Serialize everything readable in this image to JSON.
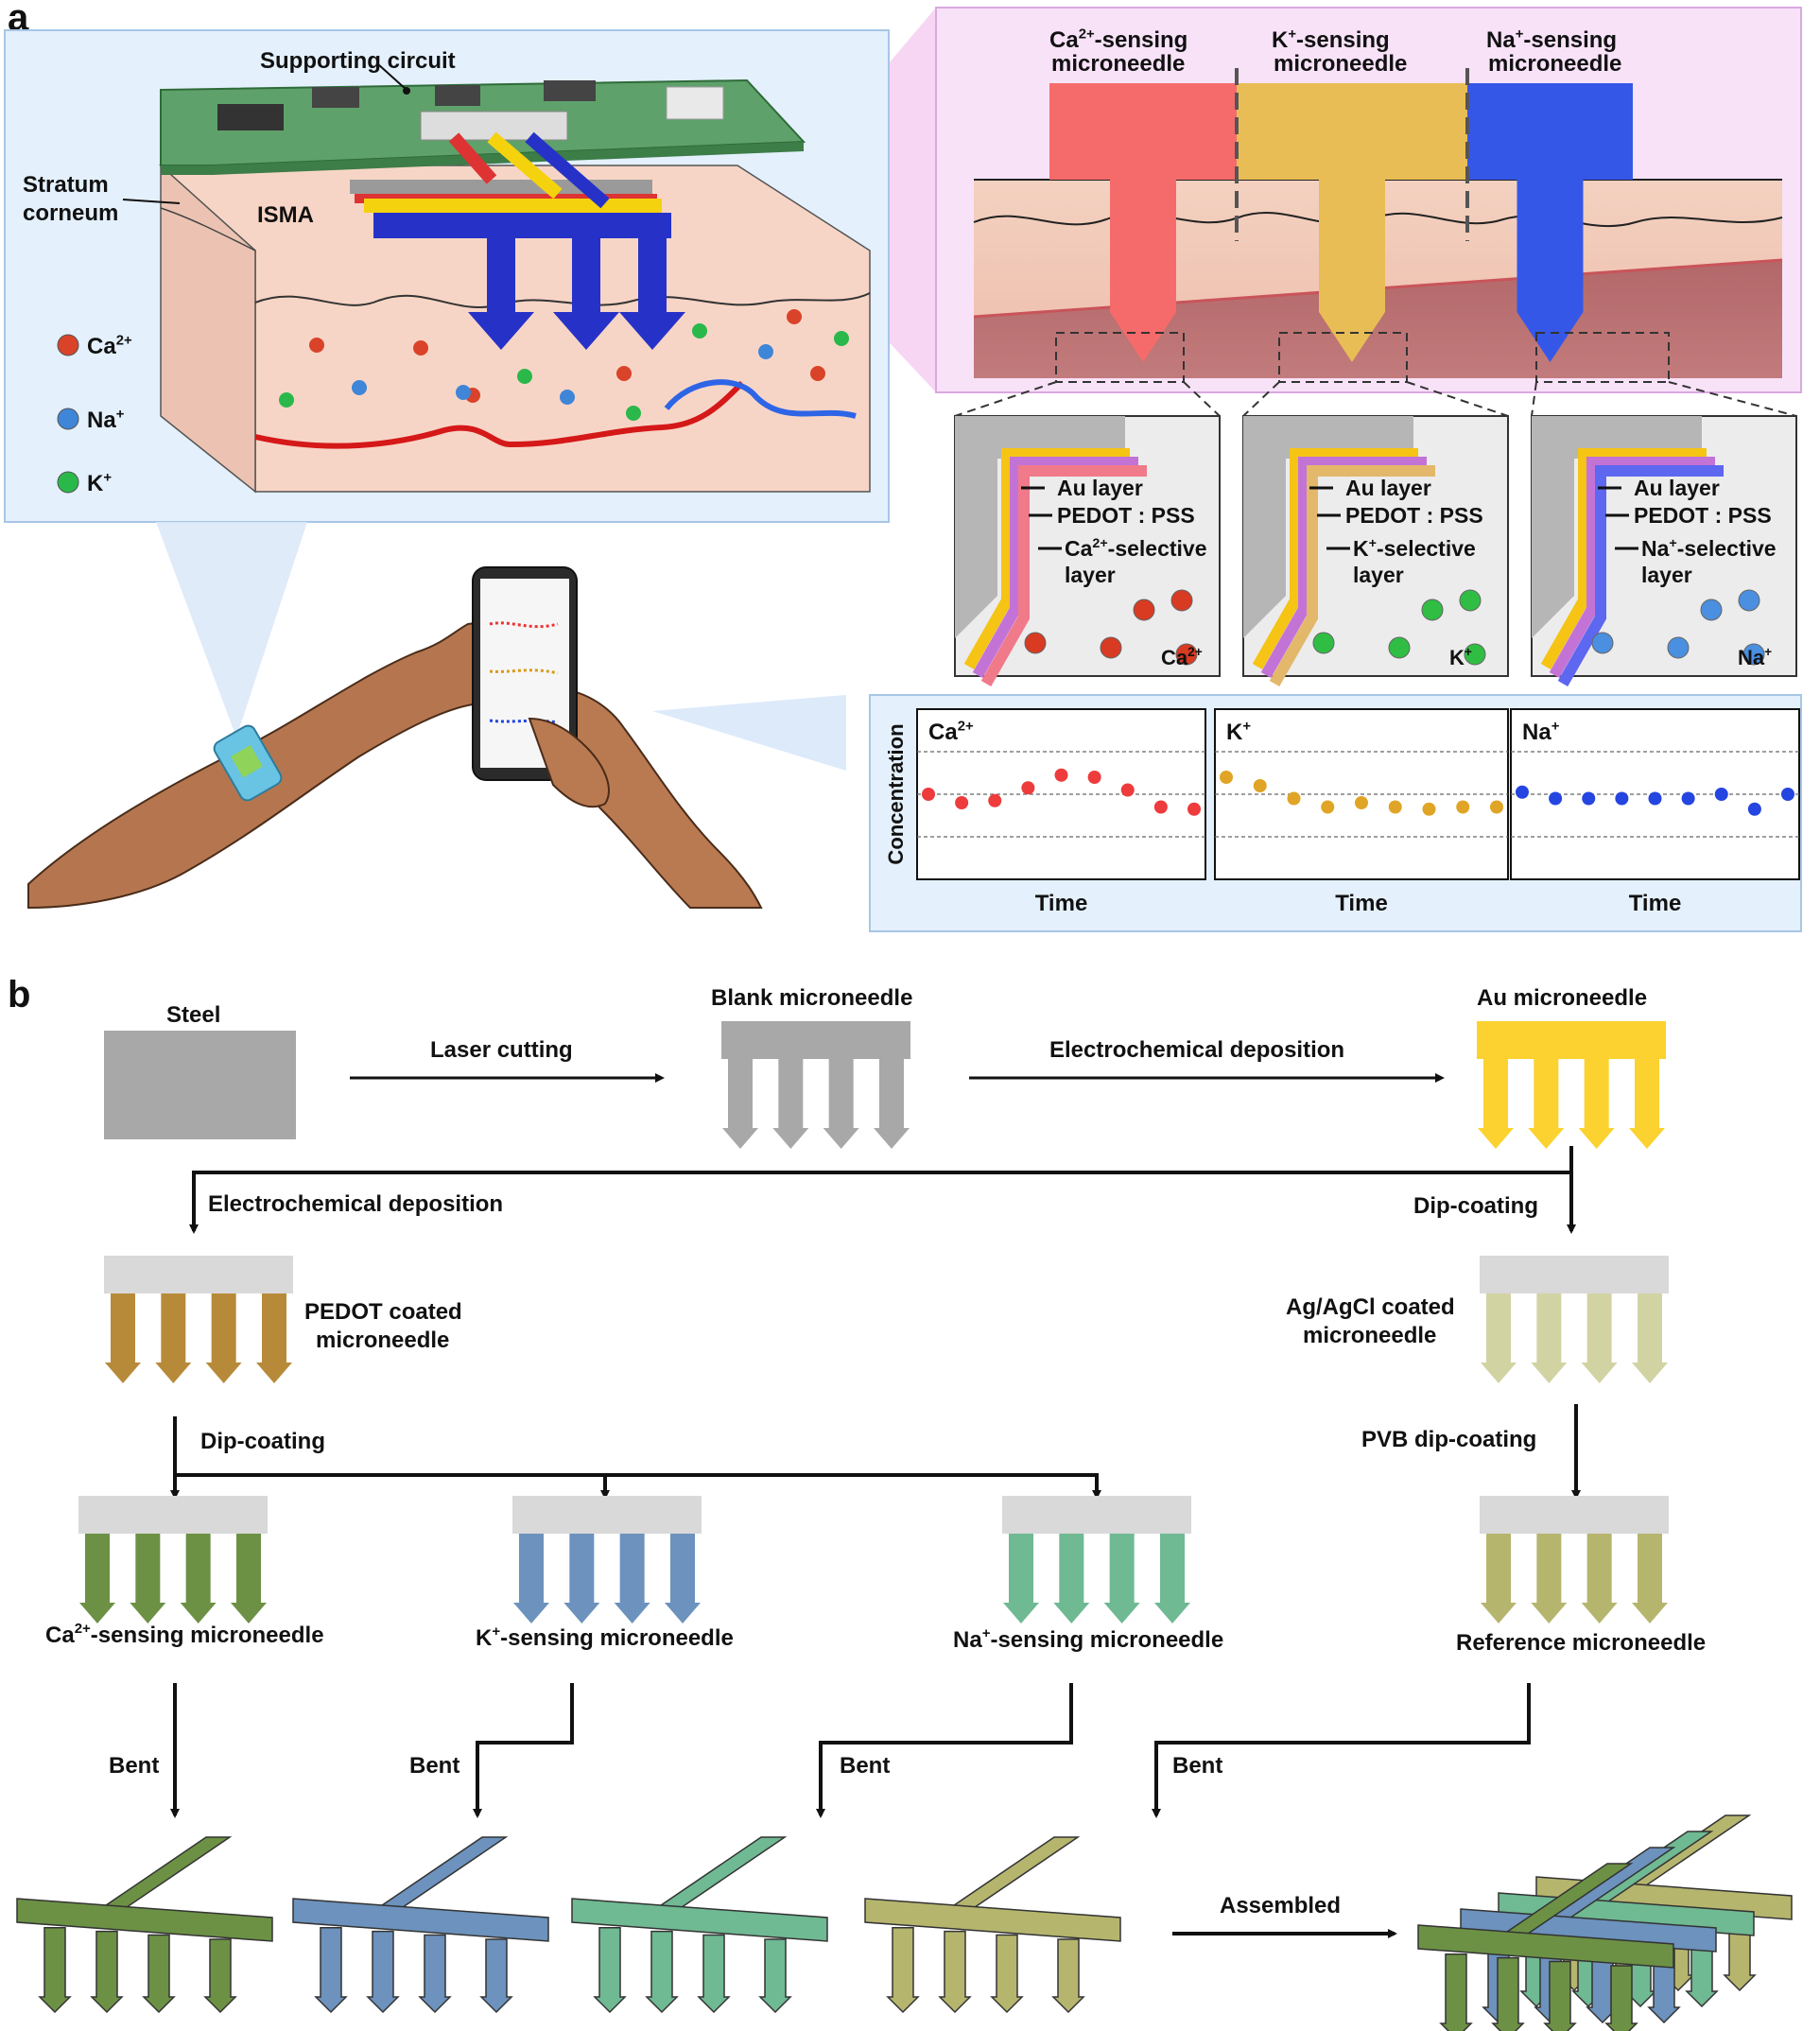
{
  "panel_a": {
    "letter": "a",
    "left_box": {
      "supporting_circuit": "Supporting circuit",
      "stratum_corneum_line1": "Stratum",
      "stratum_corneum_line2": "corneum",
      "isma": "ISMA",
      "ion_legend": [
        {
          "base": "Ca",
          "sup": "2+",
          "color": "#d9432a"
        },
        {
          "base": "Na",
          "sup": "+",
          "color": "#3f85d8"
        },
        {
          "base": "K",
          "sup": "+",
          "color": "#2ab84a"
        }
      ]
    },
    "needles": [
      {
        "line1_base": "Ca",
        "line1_sup": "2+",
        "line1_rest": "-sensing",
        "line2": "microneedle",
        "color": "#f56b6b"
      },
      {
        "line1_base": "K",
        "line1_sup": "+",
        "line1_rest": "-sensing",
        "line2": "microneedle",
        "color": "#e9bd55"
      },
      {
        "line1_base": "Na",
        "line1_sup": "+",
        "line1_rest": "-sensing",
        "line2": "microneedle",
        "color": "#3557e8"
      }
    ],
    "zooms": [
      {
        "au": "Au layer",
        "pedot": "PEDOT : PSS",
        "sel_base": "Ca",
        "sel_sup": "2+",
        "sel_rest": "-selective",
        "sel_line2": "layer",
        "ion_base": "Ca",
        "ion_sup": "2+",
        "ion_color": "#d83a22",
        "sel_color": "#f07a8a"
      },
      {
        "au": "Au layer",
        "pedot": "PEDOT : PSS",
        "sel_base": "K",
        "sel_sup": "+",
        "sel_rest": "-selective",
        "sel_line2": "layer",
        "ion_base": "K",
        "ion_sup": "+",
        "ion_color": "#2fbe43",
        "sel_color": "#e3b86a"
      },
      {
        "au": "Au layer",
        "pedot": "PEDOT : PSS",
        "sel_base": "Na",
        "sel_sup": "+",
        "sel_rest": "-selective",
        "sel_line2": "layer",
        "ion_base": "Na",
        "ion_sup": "+",
        "ion_color": "#4a8fe0",
        "sel_color": "#5d67f0"
      }
    ],
    "concentration_charts": {
      "y_label": "Concentration",
      "x_label": "Time",
      "panels": [
        {
          "base": "Ca",
          "sup": "2+",
          "color": "#ee3b3b"
        },
        {
          "base": "K",
          "sup": "+",
          "color": "#e0a526"
        },
        {
          "base": "Na",
          "sup": "+",
          "color": "#2545e0"
        }
      ]
    }
  },
  "panel_b": {
    "letter": "b",
    "steel": "Steel",
    "laser_cutting": "Laser cutting",
    "blank": "Blank microneedle",
    "electrochem_1": "Electrochemical deposition",
    "au_needle": "Au microneedle",
    "electrochem_2": "Electrochemical deposition",
    "dip_coating_1": "Dip-coating",
    "pedot_line1": "PEDOT coated",
    "pedot_line2": "microneedle",
    "agcl_line1": "Ag/AgCl coated",
    "agcl_line2": "microneedle",
    "dip_coating_2": "Dip-coating",
    "pvb": "PVB dip-coating",
    "ca_sensing": {
      "base": "Ca",
      "sup": "2+",
      "rest": "-sensing microneedle"
    },
    "k_sensing": {
      "base": "K",
      "sup": "+",
      "rest": "-sensing microneedle"
    },
    "na_sensing": {
      "base": "Na",
      "sup": "+",
      "rest": "-sensing microneedle"
    },
    "reference": "Reference microneedle",
    "bent": "Bent",
    "assembled": "Assembled",
    "colors": {
      "steel": "#a8a8a8",
      "au": "#fbd22f",
      "pedot": "#b78a3a",
      "agcl": "#d2d3a3",
      "ca": "#6c9145",
      "k": "#6c92bd",
      "na": "#6fb993",
      "ref": "#b6b56e",
      "header_grey": "#d9d9d9"
    }
  },
  "chart_data": [
    {
      "type": "scatter",
      "title": "Ca2+",
      "xlabel": "Time",
      "ylabel": "Concentration",
      "series": [
        {
          "name": "Ca2+",
          "x": [
            1,
            2,
            3,
            4,
            5,
            6,
            7,
            8,
            9
          ],
          "y": [
            0.0,
            -0.2,
            -0.15,
            0.15,
            0.45,
            0.4,
            0.1,
            -0.3,
            -0.35
          ]
        }
      ]
    },
    {
      "type": "scatter",
      "title": "K+",
      "xlabel": "Time",
      "ylabel": "Concentration",
      "series": [
        {
          "name": "K+",
          "x": [
            1,
            2,
            3,
            4,
            5,
            6,
            7,
            8,
            9
          ],
          "y": [
            0.4,
            0.2,
            -0.1,
            -0.3,
            -0.2,
            -0.3,
            -0.35,
            -0.3,
            -0.3
          ]
        }
      ]
    },
    {
      "type": "scatter",
      "title": "Na+",
      "xlabel": "Time",
      "ylabel": "Concentration",
      "series": [
        {
          "name": "Na+",
          "x": [
            1,
            2,
            3,
            4,
            5,
            6,
            7,
            8,
            9
          ],
          "y": [
            0.05,
            -0.1,
            -0.1,
            -0.1,
            -0.1,
            -0.1,
            0.0,
            -0.35,
            0.0
          ]
        }
      ]
    }
  ]
}
